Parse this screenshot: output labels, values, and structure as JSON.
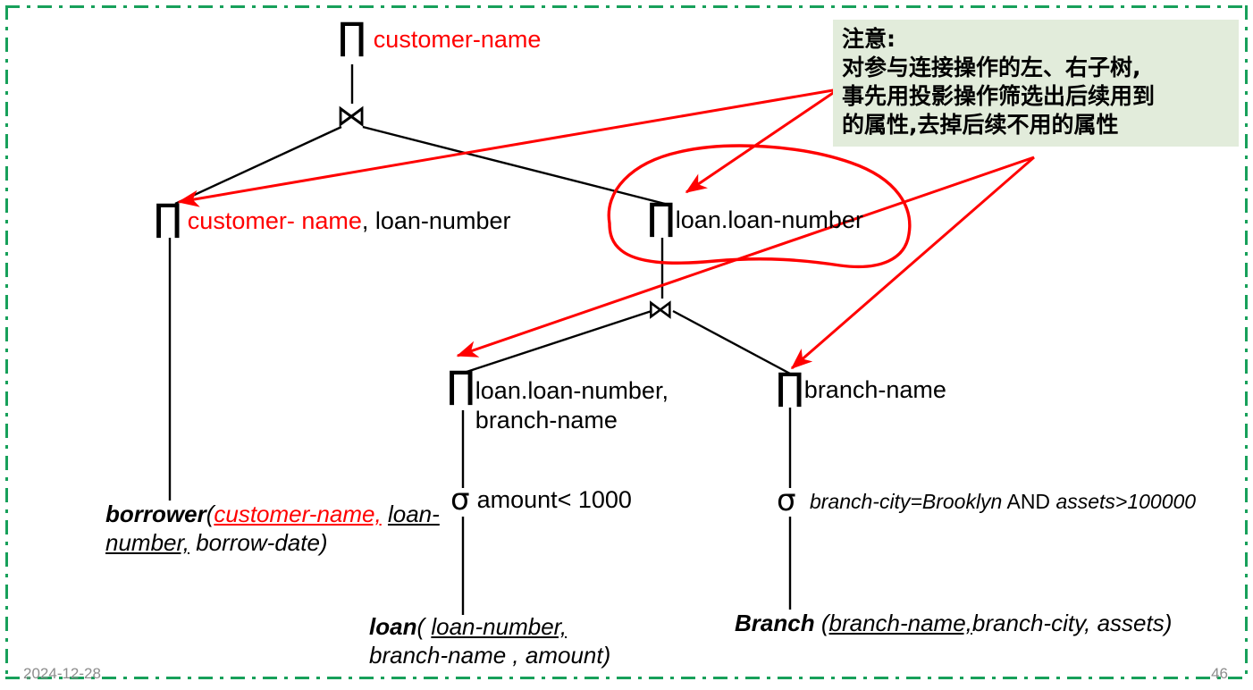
{
  "slide": {
    "frame_color": "#17a05a",
    "background": "#ffffff",
    "footer_date": "2024-12-28",
    "page_number": "46"
  },
  "note": {
    "background": "#e2ecdb",
    "lines": [
      "注意:",
      "对参与连接操作的左、右子树,",
      "事先用投影操作筛选出后续用到",
      "的属性,去掉后续不用的属性"
    ]
  },
  "colors": {
    "highlight": "#ff0000",
    "text": "#000000",
    "footer": "#8d8d8d"
  },
  "tree": {
    "root_projection": {
      "operator": "∏",
      "attrs_red": "customer-name"
    },
    "top_join": {
      "operator": "⋈"
    },
    "left_projection": {
      "operator": "∏",
      "attrs_red": "customer- name",
      "attrs_black": ", loan-number"
    },
    "right_projection": {
      "operator": "∏",
      "attrs_black": "loan.loan-number"
    },
    "inner_join": {
      "operator": "⋈"
    },
    "inner_left_projection": {
      "operator": "∏",
      "line1": "loan.loan-number,",
      "line2": "branch-name"
    },
    "inner_right_projection": {
      "operator": "∏",
      "attrs": "branch-name"
    },
    "left_selection": {
      "operator": "σ",
      "condition": "amount< 1000"
    },
    "right_selection": {
      "operator": "σ",
      "condition_italic_1": "branch-city=Brooklyn",
      "condition_upright": "AND",
      "condition_italic_2": "assets>100000"
    }
  },
  "relations": {
    "borrower": {
      "name": "borrower",
      "open_paren": "(",
      "attr_red_underlined": "customer-name,",
      "attr_underlined": "loan-number,",
      "attr_plain": "borrow-date)"
    },
    "loan": {
      "name": "loan",
      "open_paren": "(",
      "attr_underlined": "loan-number,",
      "attr_plain": "branch-name , amount)"
    },
    "branch": {
      "name": "Branch",
      "open_paren": "(",
      "attr_underlined": "branch-name,",
      "attr_plain": "branch-city, assets)"
    }
  },
  "annotations": {
    "circle_target": "right_projection",
    "arrow_count": 4,
    "arrow_color": "#ff0000"
  }
}
